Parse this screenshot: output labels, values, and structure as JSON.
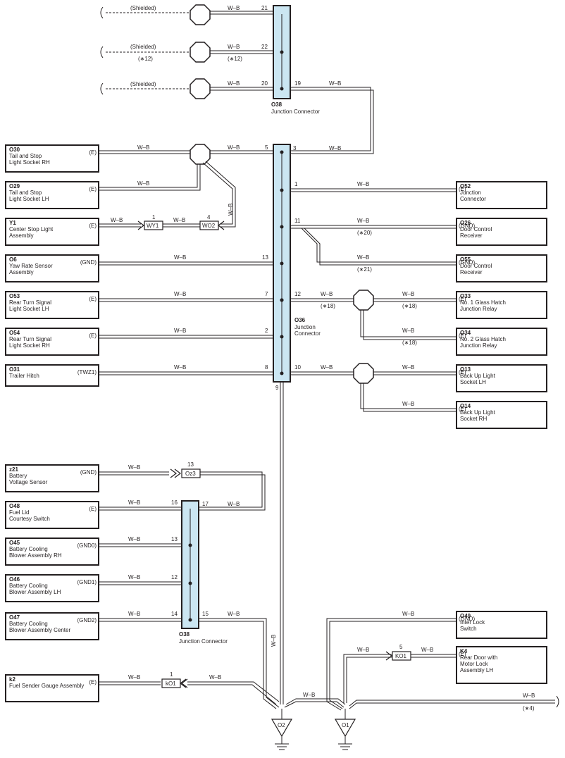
{
  "wire_color": "W–B",
  "shielded": "(Shielded)",
  "note12": "(∗12)",
  "note18": "(∗18)",
  "note20": "(∗20)",
  "note21": "(∗21)",
  "note4": "(∗4)",
  "junctions": {
    "o38_top": {
      "code": "O38",
      "name": "Junction Connector",
      "pins": [
        "21",
        "22",
        "20",
        "19"
      ]
    },
    "o36": {
      "code": "O36",
      "name1": "Junction",
      "name2": "Connector",
      "pins": [
        "5",
        "3",
        "1",
        "11",
        "13",
        "7",
        "12",
        "2",
        "8",
        "10",
        "9"
      ]
    },
    "o38_bot": {
      "code": "O38",
      "name": "Junction Connector",
      "pins": [
        "16",
        "17",
        "13",
        "12",
        "14",
        "15"
      ]
    }
  },
  "connectors": {
    "wy1": {
      "label": "WY1",
      "pin": "1"
    },
    "wo2": {
      "label": "WO2",
      "pin": "4"
    },
    "oz3": {
      "label": "Oz3",
      "pin": "13"
    },
    "ko1a": {
      "label": "kO1",
      "pin": "1"
    },
    "ko1b": {
      "label": "KO1",
      "pin": "5"
    }
  },
  "grounds": {
    "o2": "O2",
    "o1": "O1"
  },
  "left_components": [
    {
      "code": "O30",
      "l1": "Tail and Stop",
      "l2": "Light Socket RH",
      "l3": "",
      "pin": "(E)"
    },
    {
      "code": "O29",
      "l1": "Tail and Stop",
      "l2": "Light Socket LH",
      "l3": "",
      "pin": "(E)"
    },
    {
      "code": "Y1",
      "l1": "Center Stop Light",
      "l2": "Assembly",
      "l3": "",
      "pin": "(E)"
    },
    {
      "code": "O6",
      "l1": "Yaw Rate Sensor",
      "l2": "Assembly",
      "l3": "",
      "pin": "(GND)"
    },
    {
      "code": "O53",
      "l1": "Rear Turn Signal",
      "l2": "Light Socket LH",
      "l3": "",
      "pin": "(E)"
    },
    {
      "code": "O54",
      "l1": "Rear Turn Signal",
      "l2": "Light Socket RH",
      "l3": "",
      "pin": "(E)"
    },
    {
      "code": "O31",
      "l1": "Trailer Hitch",
      "l2": "",
      "l3": "",
      "pin": "(TWZ1)"
    },
    {
      "code": "z21",
      "l1": "Battery",
      "l2": "Voltage Sensor",
      "l3": "",
      "pin": "(GND)"
    },
    {
      "code": "O48",
      "l1": "Fuel Lid",
      "l2": "Courtesy Switch",
      "l3": "",
      "pin": "(E)"
    },
    {
      "code": "O45",
      "l1": "Battery Cooling",
      "l2": "Blower Assembly RH",
      "l3": "",
      "pin": "(GND0)"
    },
    {
      "code": "O46",
      "l1": "Battery Cooling",
      "l2": "Blower Assembly LH",
      "l3": "",
      "pin": "(GND1)"
    },
    {
      "code": "O47",
      "l1": "Battery Cooling",
      "l2": "Blower Assembly Center",
      "l3": "",
      "pin": "(GND2)"
    },
    {
      "code": "k2",
      "l1": "Fuel Sender Gauge Assembly",
      "l2": "",
      "l3": "",
      "pin": "(E)"
    }
  ],
  "right_components": [
    {
      "code": "O52",
      "l1": "Junction",
      "l2": "Connector",
      "l3": "",
      "pin": "(E)"
    },
    {
      "code": "O26",
      "l1": "Door Control",
      "l2": "Receiver",
      "l3": "",
      "pin": "(GND)"
    },
    {
      "code": "O55",
      "l1": "Door Control",
      "l2": "Receiver",
      "l3": "",
      "pin": "(GND)"
    },
    {
      "code": "O33",
      "l1": "No. 1 Glass Hatch",
      "l2": "Junction Relay",
      "l3": "",
      "pin": "(E)"
    },
    {
      "code": "O34",
      "l1": "No. 2 Glass Hatch",
      "l2": "Junction Relay",
      "l3": "",
      "pin": "(E)"
    },
    {
      "code": "O13",
      "l1": "Back Up Light",
      "l2": "Socket LH",
      "l3": "",
      "pin": "(E)"
    },
    {
      "code": "O14",
      "l1": "Back Up Light",
      "l2": "Socket RH",
      "l3": "",
      "pin": "(E)"
    },
    {
      "code": "O49",
      "l1": "Inter Lock",
      "l2": "Switch",
      "l3": "",
      "pin": "(GND)"
    },
    {
      "code": "K4",
      "l1": "Rear Door with",
      "l2": "Motor Lock",
      "l3": "Assembly LH",
      "pin": "(E)"
    }
  ]
}
